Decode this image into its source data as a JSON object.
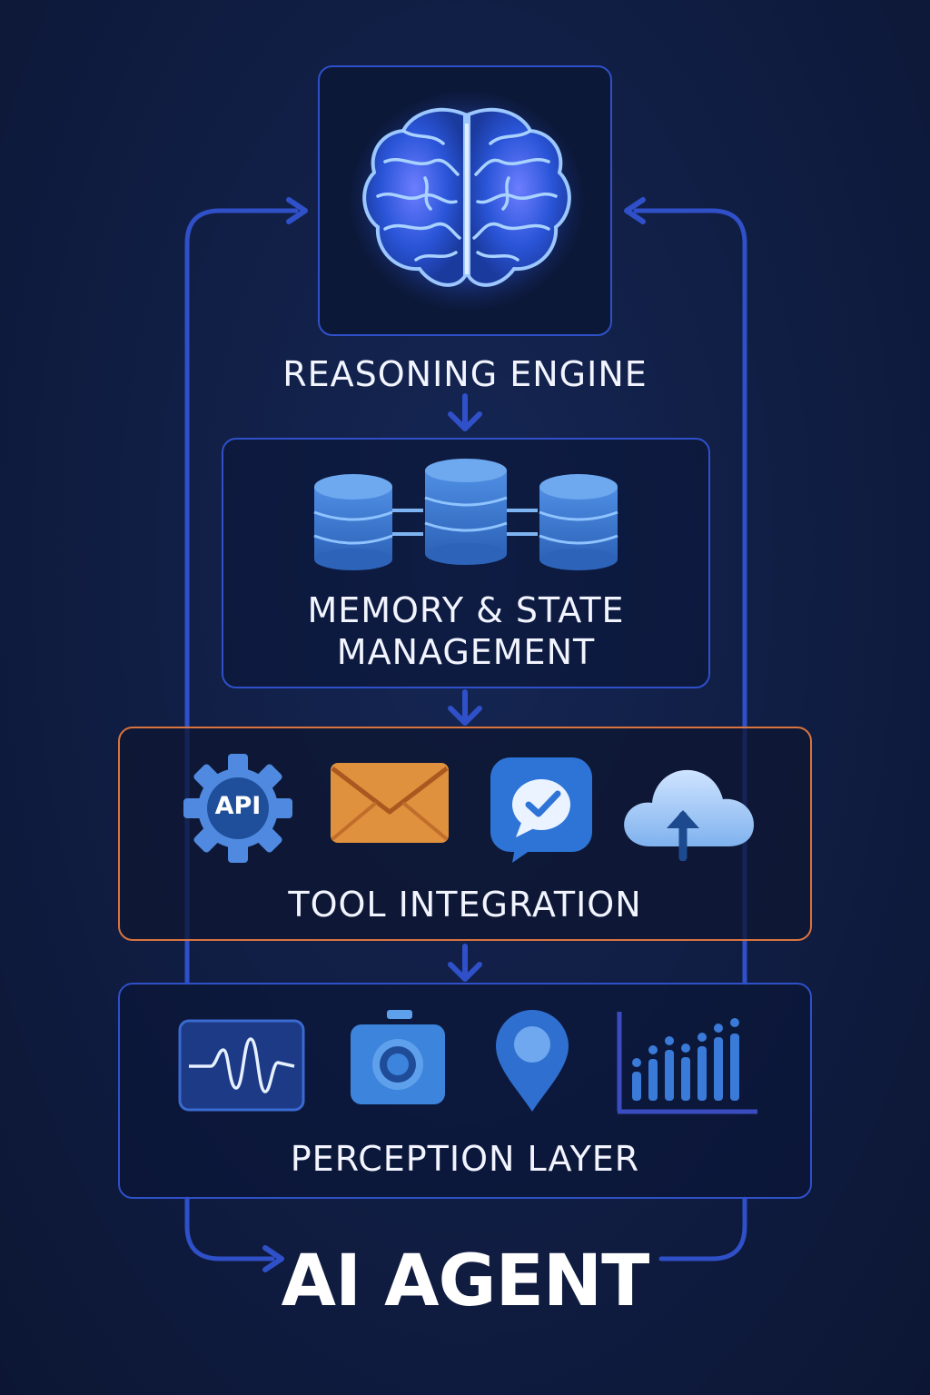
{
  "title": "AI AGENT",
  "layers": {
    "reasoning": {
      "label": "REASONING ENGINE",
      "icon": "brain-icon"
    },
    "memory": {
      "label_line1": "MEMORY & STATE",
      "label_line2": "MANAGEMENT",
      "icon": "database-icon"
    },
    "tools": {
      "label": "TOOL INTEGRATION",
      "icons": [
        "api-gear-icon",
        "email-icon",
        "chat-icon",
        "cloud-upload-icon"
      ],
      "api_text": "API"
    },
    "perception": {
      "label": "PERCEPTION LAYER",
      "icons": [
        "waveform-icon",
        "camera-icon",
        "location-pin-icon",
        "bar-chart-icon"
      ]
    }
  },
  "colors": {
    "background": "#101d42",
    "connector": "#2f50c8",
    "tool_border": "#d9743f",
    "icon_blue": "#3d7fd8",
    "email_orange": "#e0913e"
  }
}
